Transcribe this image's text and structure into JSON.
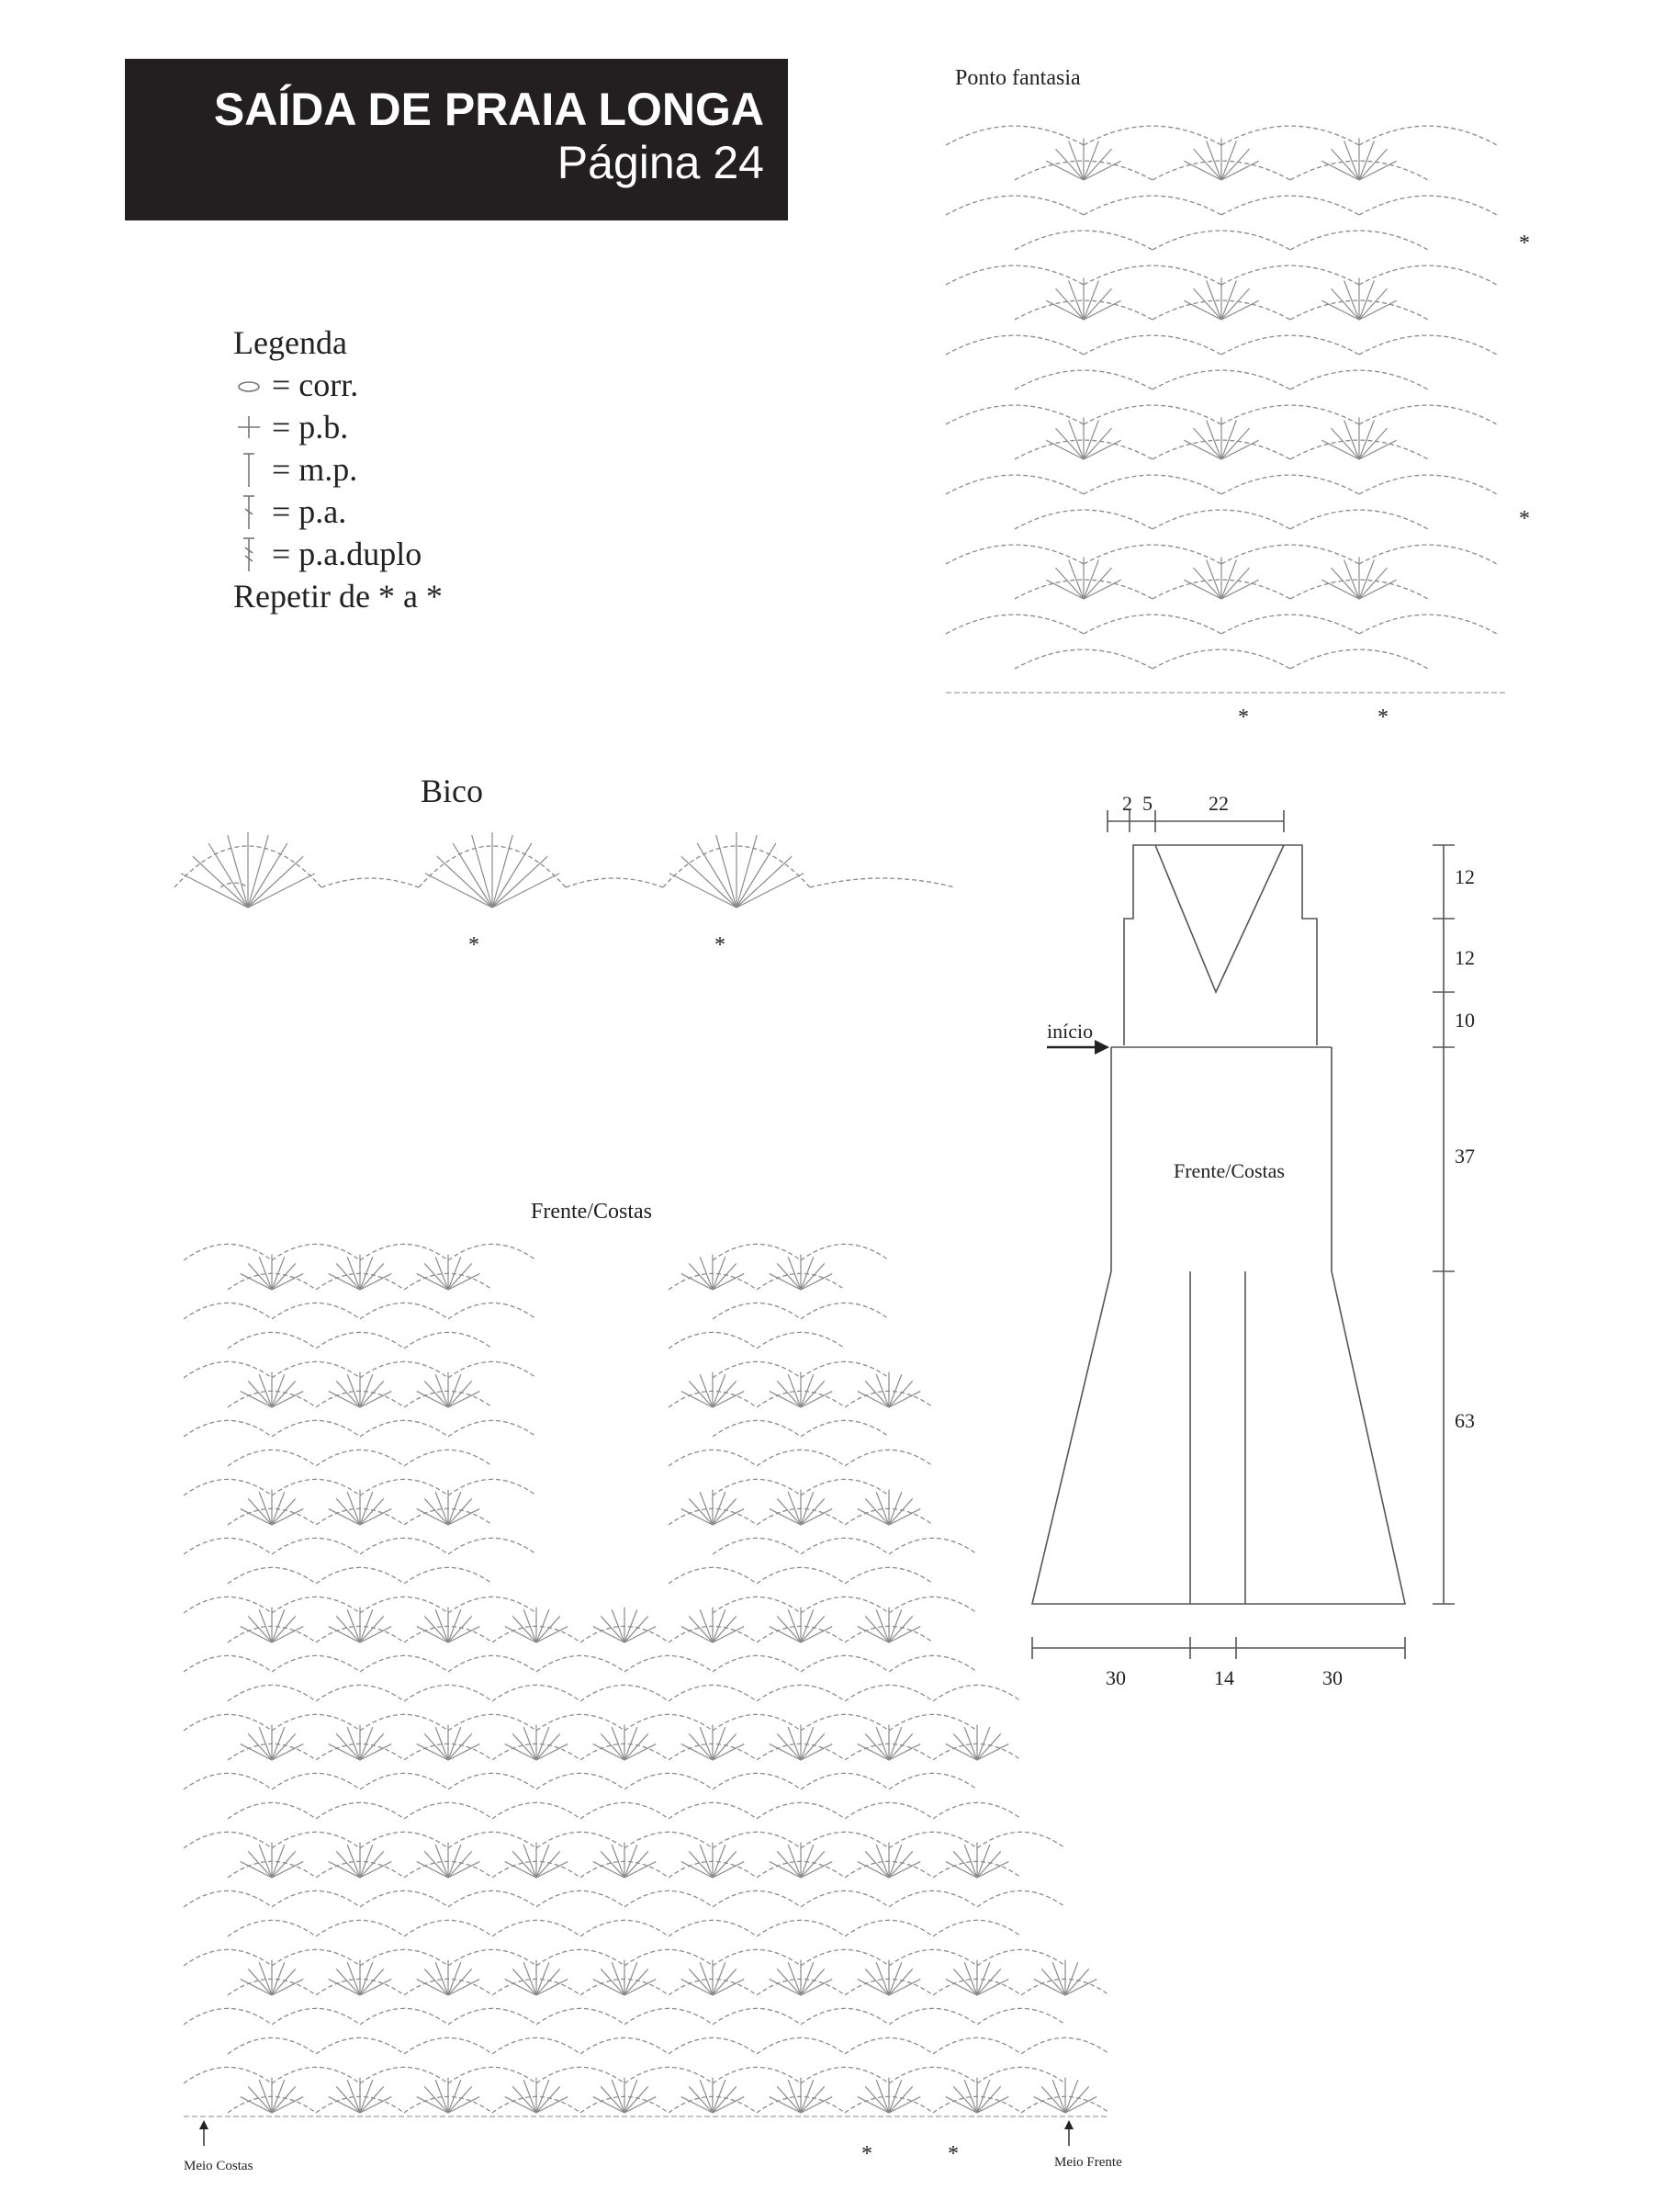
{
  "header": {
    "title": "SAÍDA DE PRAIA LONGA",
    "subtitle": "Página 24"
  },
  "legend": {
    "heading": "Legenda",
    "items": [
      {
        "icon": "chain-icon",
        "label": "= corr."
      },
      {
        "icon": "single-crochet-icon",
        "label": "= p.b."
      },
      {
        "icon": "half-double-crochet-icon",
        "label": "= m.p."
      },
      {
        "icon": "double-crochet-icon",
        "label": "= p.a."
      },
      {
        "icon": "treble-crochet-icon",
        "label": "= p.a.duplo"
      }
    ],
    "repeat_note": "Repetir de * a *"
  },
  "stitch_chart": {
    "title": "Ponto fantasia",
    "repeat_mark": "*"
  },
  "edging": {
    "title": "Bico",
    "repeat_mark": "*"
  },
  "main_chart": {
    "title": "Frente/Costas",
    "left_note": "Meio Costas",
    "right_note": "Meio Frente",
    "repeat_mark": "*"
  },
  "schematic": {
    "label": "Frente/Costas",
    "start_label": "início",
    "top_measures": [
      "2",
      "5",
      "22"
    ],
    "side_measures": [
      "12",
      "12",
      "10",
      "37",
      "63"
    ],
    "bottom_measures": [
      "30",
      "14",
      "30"
    ]
  },
  "colors": {
    "banner_bg": "#231f20",
    "banner_text": "#ffffff",
    "line": "#555555"
  }
}
